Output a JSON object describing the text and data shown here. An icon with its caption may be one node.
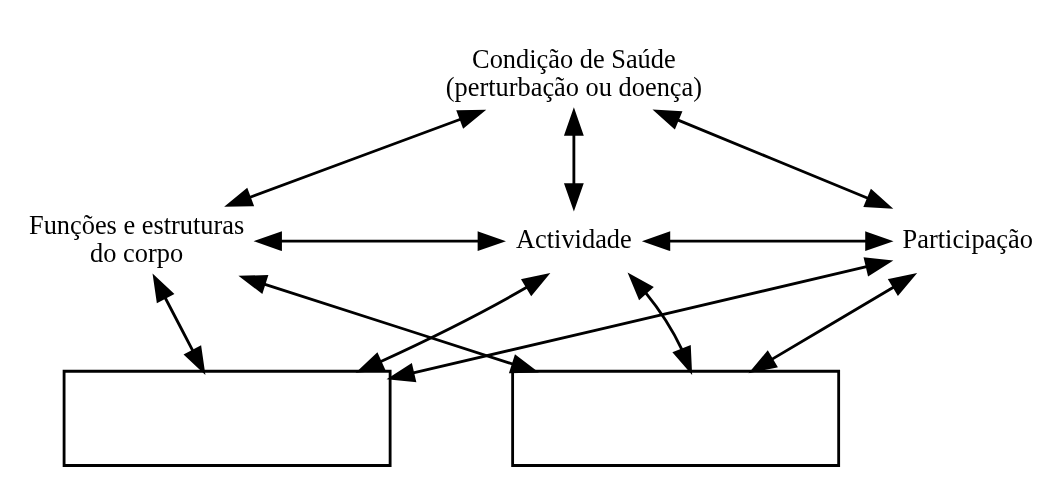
{
  "diagram": {
    "nodes": [
      {
        "text": [
          "Condição de Saúde (perturbação ou doença)"
        ]
      },
      {
        "text": [
          "Funções e estruturas do corpo"
        ]
      },
      {
        "text": [
          "Actividade"
        ]
      },
      {
        "text": [
          "Participação"
        ]
      },
      {
        "text": [],
        "shape": "box"
      },
      {
        "text": [],
        "shape": "box"
      }
    ],
    "edges": [
      {
        "from": 0,
        "to": 1,
        "arrow": "both"
      },
      {
        "from": 0,
        "to": 2,
        "arrow": "both"
      },
      {
        "from": 0,
        "to": 3,
        "arrow": "both"
      },
      {
        "from": 1,
        "to": 2,
        "arrow": "both"
      },
      {
        "from": 2,
        "to": 3,
        "arrow": "both"
      },
      {
        "from": 4,
        "to": 1,
        "arrow": "both"
      },
      {
        "from": 4,
        "to": 2,
        "arrow": "both"
      },
      {
        "from": 4,
        "to": 3,
        "arrow": "both"
      },
      {
        "from": 5,
        "to": 1,
        "arrow": "both"
      },
      {
        "from": 5,
        "to": 2,
        "arrow": "both"
      },
      {
        "from": 5,
        "to": 3,
        "arrow": "both"
      }
    ]
  }
}
